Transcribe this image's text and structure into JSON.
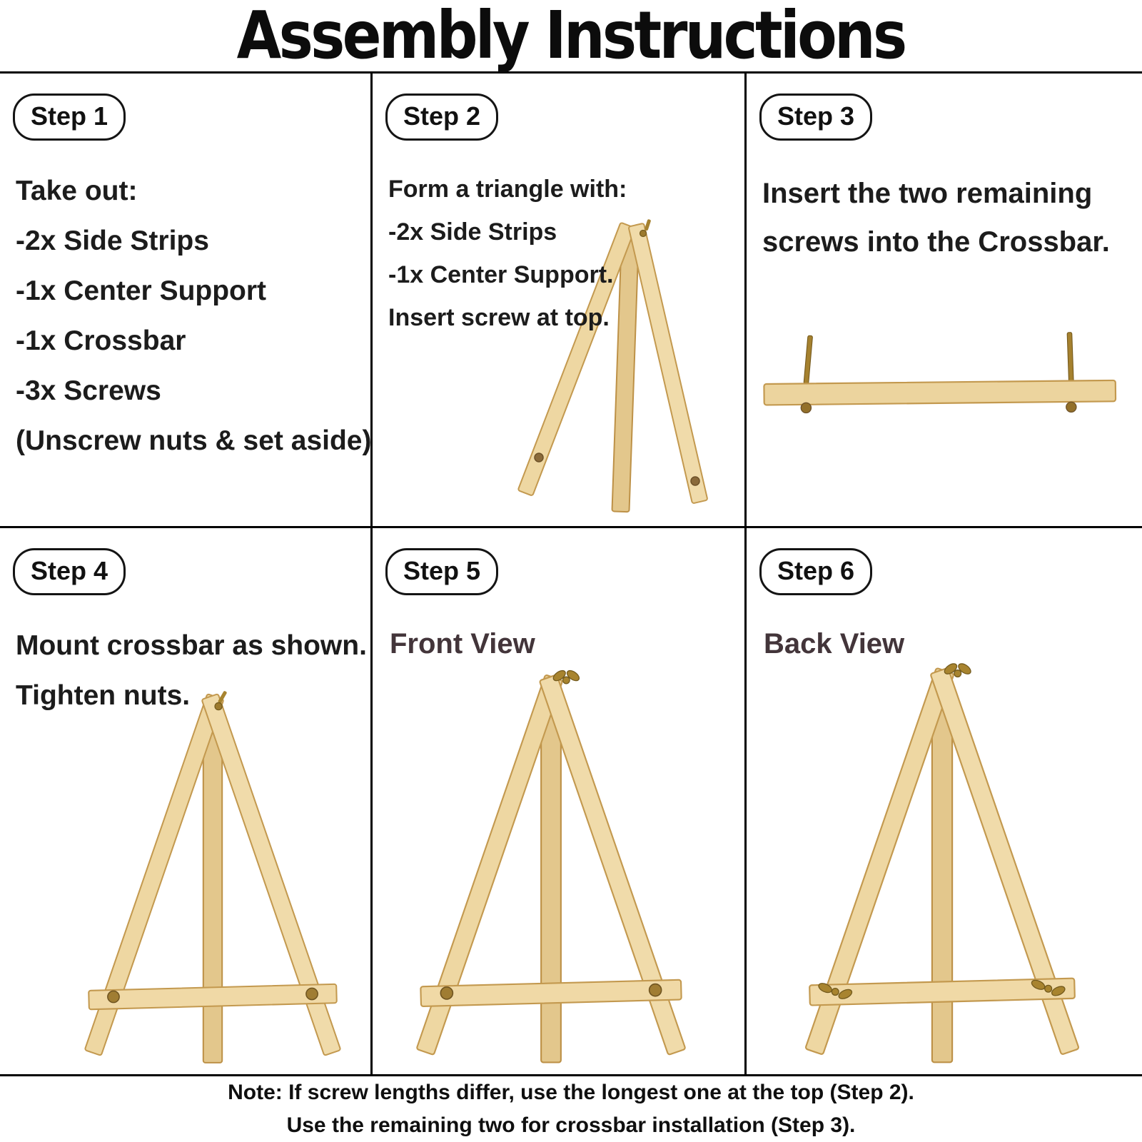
{
  "title": "Assembly Instructions",
  "steps": [
    {
      "badge": "Step 1",
      "lines": [
        "Take out:",
        "-2x Side Strips",
        "-1x Center Support",
        "-1x Crossbar",
        "-3x Screws",
        "(Unscrew nuts & set aside)"
      ]
    },
    {
      "badge": "Step 2",
      "lines": [
        "Form a triangle with:",
        "-2x Side Strips",
        "-1x Center Support.",
        "Insert screw at top."
      ]
    },
    {
      "badge": "Step 3",
      "lines": [
        "Insert the two remaining",
        "screws into the Crossbar."
      ]
    },
    {
      "badge": "Step 4",
      "lines": [
        "Mount crossbar as shown.",
        "Tighten nuts."
      ]
    },
    {
      "badge": "Step 5",
      "lines": [
        "Front View"
      ]
    },
    {
      "badge": "Step 6",
      "lines": [
        "Back View"
      ]
    }
  ],
  "note": {
    "line1": "Note: If screw lengths differ, use the longest one at the top (Step 2).",
    "line2": "Use the remaining two for crossbar installation (Step 3)."
  },
  "colors": {
    "wood": "#ecd49e",
    "wood_edge": "#c3994f",
    "hardware_gold": "#a5812f",
    "text": "#1c1c1c"
  }
}
